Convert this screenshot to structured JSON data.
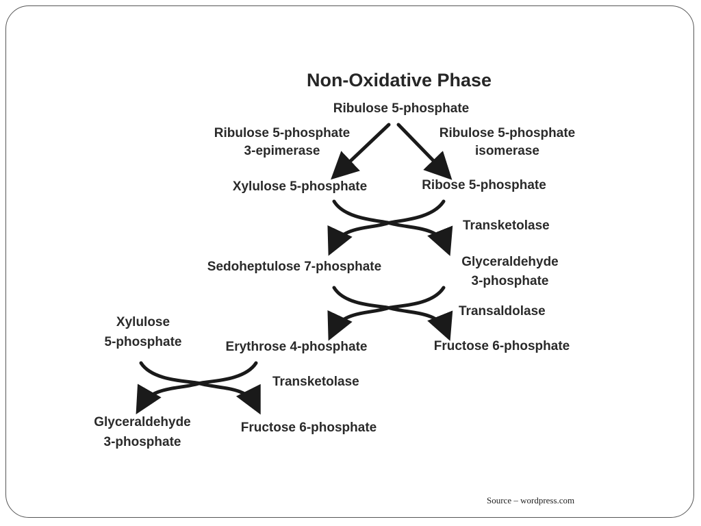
{
  "diagram": {
    "title": "Non-Oxidative Phase",
    "ribulose_top": "Ribulose 5-phosphate",
    "epimerase_line1": "Ribulose 5-phosphate",
    "epimerase_line2": "3-epimerase",
    "isomerase_line1": "Ribulose 5-phosphate",
    "isomerase_line2": "isomerase",
    "xylulose5p": "Xylulose 5-phosphate",
    "ribose5p": "Ribose 5-phosphate",
    "transketolase1": "Transketolase",
    "sedoheptulose7p": "Sedoheptulose 7-phosphate",
    "g3p_line1": "Glyceraldehyde",
    "g3p_line2": "3-phosphate",
    "transaldolase": "Transaldolase",
    "erythrose4p": "Erythrose 4-phosphate",
    "fructose6p_1": "Fructose 6-phosphate",
    "xylulose_left_line1": "Xylulose",
    "xylulose_left_line2": "5-phosphate",
    "transketolase2": "Transketolase",
    "g3p_bottom_line1": "Glyceraldehyde",
    "g3p_bottom_line2": "3-phosphate",
    "fructose6p_2": "Fructose 6-phosphate"
  },
  "footer": {
    "source": "Source – wordpress.com"
  }
}
